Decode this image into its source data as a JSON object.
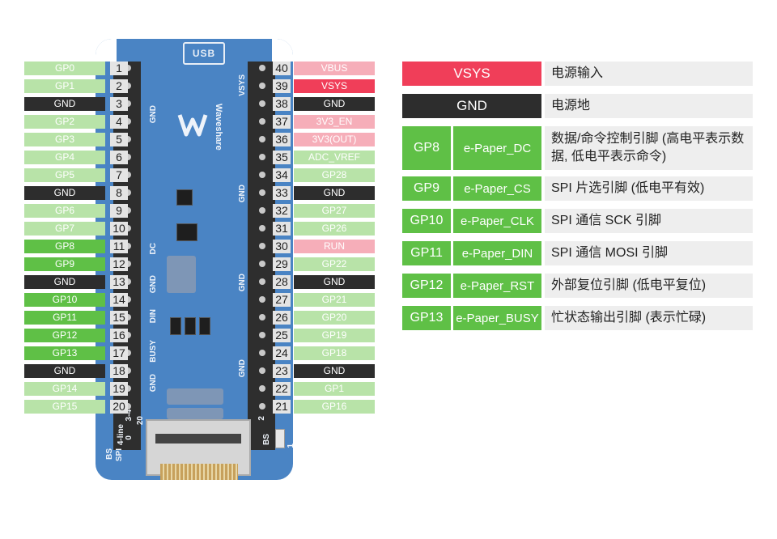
{
  "board": {
    "usb_label": "USB",
    "brand": "Waveshare",
    "silk_left": [
      "GND",
      "DC",
      "GND",
      "DIN",
      "BUSY",
      "GND"
    ],
    "silk_right": [
      "VSYS",
      "GND",
      "GND",
      "GND"
    ],
    "bottom_left": [
      "BS",
      "SPI",
      "0",
      "4-line",
      "20",
      "3-4"
    ],
    "bottom_right": [
      "BS",
      "2",
      "1"
    ]
  },
  "left_pins": [
    {
      "label": "GP0",
      "num": "1",
      "color": "lgreen"
    },
    {
      "label": "GP1",
      "num": "2",
      "color": "lgreen"
    },
    {
      "label": "GND",
      "num": "3",
      "color": "dark"
    },
    {
      "label": "GP2",
      "num": "4",
      "color": "lgreen"
    },
    {
      "label": "GP3",
      "num": "5",
      "color": "lgreen"
    },
    {
      "label": "GP4",
      "num": "6",
      "color": "lgreen"
    },
    {
      "label": "GP5",
      "num": "7",
      "color": "lgreen"
    },
    {
      "label": "GND",
      "num": "8",
      "color": "dark"
    },
    {
      "label": "GP6",
      "num": "9",
      "color": "lgreen"
    },
    {
      "label": "GP7",
      "num": "10",
      "color": "lgreen"
    },
    {
      "label": "GP8",
      "num": "11",
      "color": "green"
    },
    {
      "label": "GP9",
      "num": "12",
      "color": "green"
    },
    {
      "label": "GND",
      "num": "13",
      "color": "dark"
    },
    {
      "label": "GP10",
      "num": "14",
      "color": "green"
    },
    {
      "label": "GP11",
      "num": "15",
      "color": "green"
    },
    {
      "label": "GP12",
      "num": "16",
      "color": "green"
    },
    {
      "label": "GP13",
      "num": "17",
      "color": "green"
    },
    {
      "label": "GND",
      "num": "18",
      "color": "dark"
    },
    {
      "label": "GP14",
      "num": "19",
      "color": "lgreen"
    },
    {
      "label": "GP15",
      "num": "20",
      "color": "lgreen"
    }
  ],
  "right_pins": [
    {
      "label": "VBUS",
      "num": "40",
      "color": "lpink"
    },
    {
      "label": "VSYS",
      "num": "39",
      "color": "red"
    },
    {
      "label": "GND",
      "num": "38",
      "color": "dark"
    },
    {
      "label": "3V3_EN",
      "num": "37",
      "color": "lpink"
    },
    {
      "label": "3V3(OUT)",
      "num": "36",
      "color": "lpink"
    },
    {
      "label": "ADC_VREF",
      "num": "35",
      "color": "lgreen"
    },
    {
      "label": "GP28",
      "num": "34",
      "color": "lgreen"
    },
    {
      "label": "GND",
      "num": "33",
      "color": "dark"
    },
    {
      "label": "GP27",
      "num": "32",
      "color": "lgreen"
    },
    {
      "label": "GP26",
      "num": "31",
      "color": "lgreen"
    },
    {
      "label": "RUN",
      "num": "30",
      "color": "lpink"
    },
    {
      "label": "GP22",
      "num": "29",
      "color": "lgreen"
    },
    {
      "label": "GND",
      "num": "28",
      "color": "dark"
    },
    {
      "label": "GP21",
      "num": "27",
      "color": "lgreen"
    },
    {
      "label": "GP20",
      "num": "26",
      "color": "lgreen"
    },
    {
      "label": "GP19",
      "num": "25",
      "color": "lgreen"
    },
    {
      "label": "GP18",
      "num": "24",
      "color": "lgreen"
    },
    {
      "label": "GND",
      "num": "23",
      "color": "dark"
    },
    {
      "label": "GP1",
      "num": "22",
      "color": "lgreen"
    },
    {
      "label": "GP16",
      "num": "21",
      "color": "lgreen"
    }
  ],
  "legend": [
    {
      "type": "single",
      "pin": "VSYS",
      "desc": "电源输入",
      "color": "red"
    },
    {
      "type": "single",
      "pin": "GND",
      "desc": "电源地",
      "color": "dark"
    },
    {
      "type": "double",
      "pin": "GP8",
      "func": "e-Paper_DC",
      "desc": "数据/命令控制引脚 (高电平表示数据, 低电平表示命令)"
    },
    {
      "type": "double",
      "pin": "GP9",
      "func": "e-Paper_CS",
      "desc": "SPI 片选引脚 (低电平有效)"
    },
    {
      "type": "double",
      "pin": "GP10",
      "func": "e-Paper_CLK",
      "desc": "SPI 通信 SCK 引脚"
    },
    {
      "type": "double",
      "pin": "GP11",
      "func": "e-Paper_DIN",
      "desc": "SPI 通信 MOSI 引脚"
    },
    {
      "type": "double",
      "pin": "GP12",
      "func": "e-Paper_RST",
      "desc": "外部复位引脚 (低电平复位)"
    },
    {
      "type": "double",
      "pin": "GP13",
      "func": "e-Paper_BUSY",
      "desc": "忙状态输出引脚 (表示忙碌)"
    }
  ],
  "colors": {
    "lgreen": "#b8e3a8",
    "green": "#5fc046",
    "dark": "#2d2d2d",
    "lpink": "#f6aeb9",
    "red": "#f03e59",
    "board": "#4a84c4"
  }
}
